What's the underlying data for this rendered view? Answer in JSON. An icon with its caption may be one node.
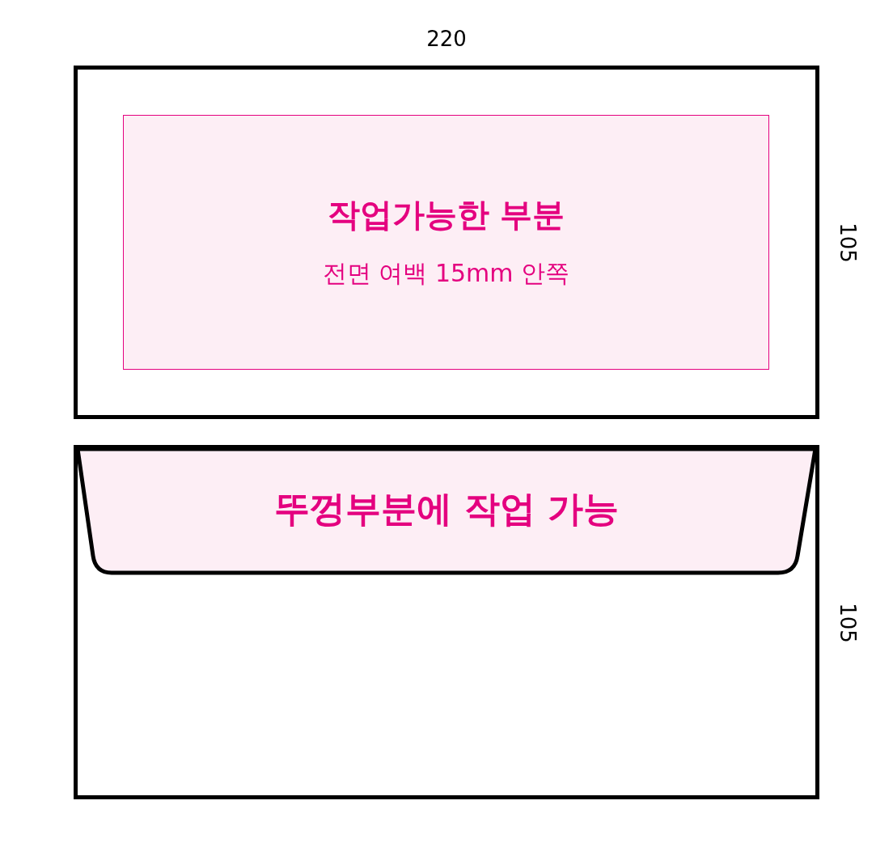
{
  "diagram": {
    "nodes": [
      {
        "text": [],
        "shape": "box"
      },
      {
        "text": [
          "작업가능한 부분",
          "전면 여백 15mm 안쪽"
        ],
        "in": 0
      },
      {
        "text": [],
        "shape": "box"
      },
      {
        "text": [
          "뚜껑부분에 작업 가능"
        ],
        "in": 2
      }
    ],
    "labels": [
      "220",
      "105",
      "105"
    ]
  }
}
